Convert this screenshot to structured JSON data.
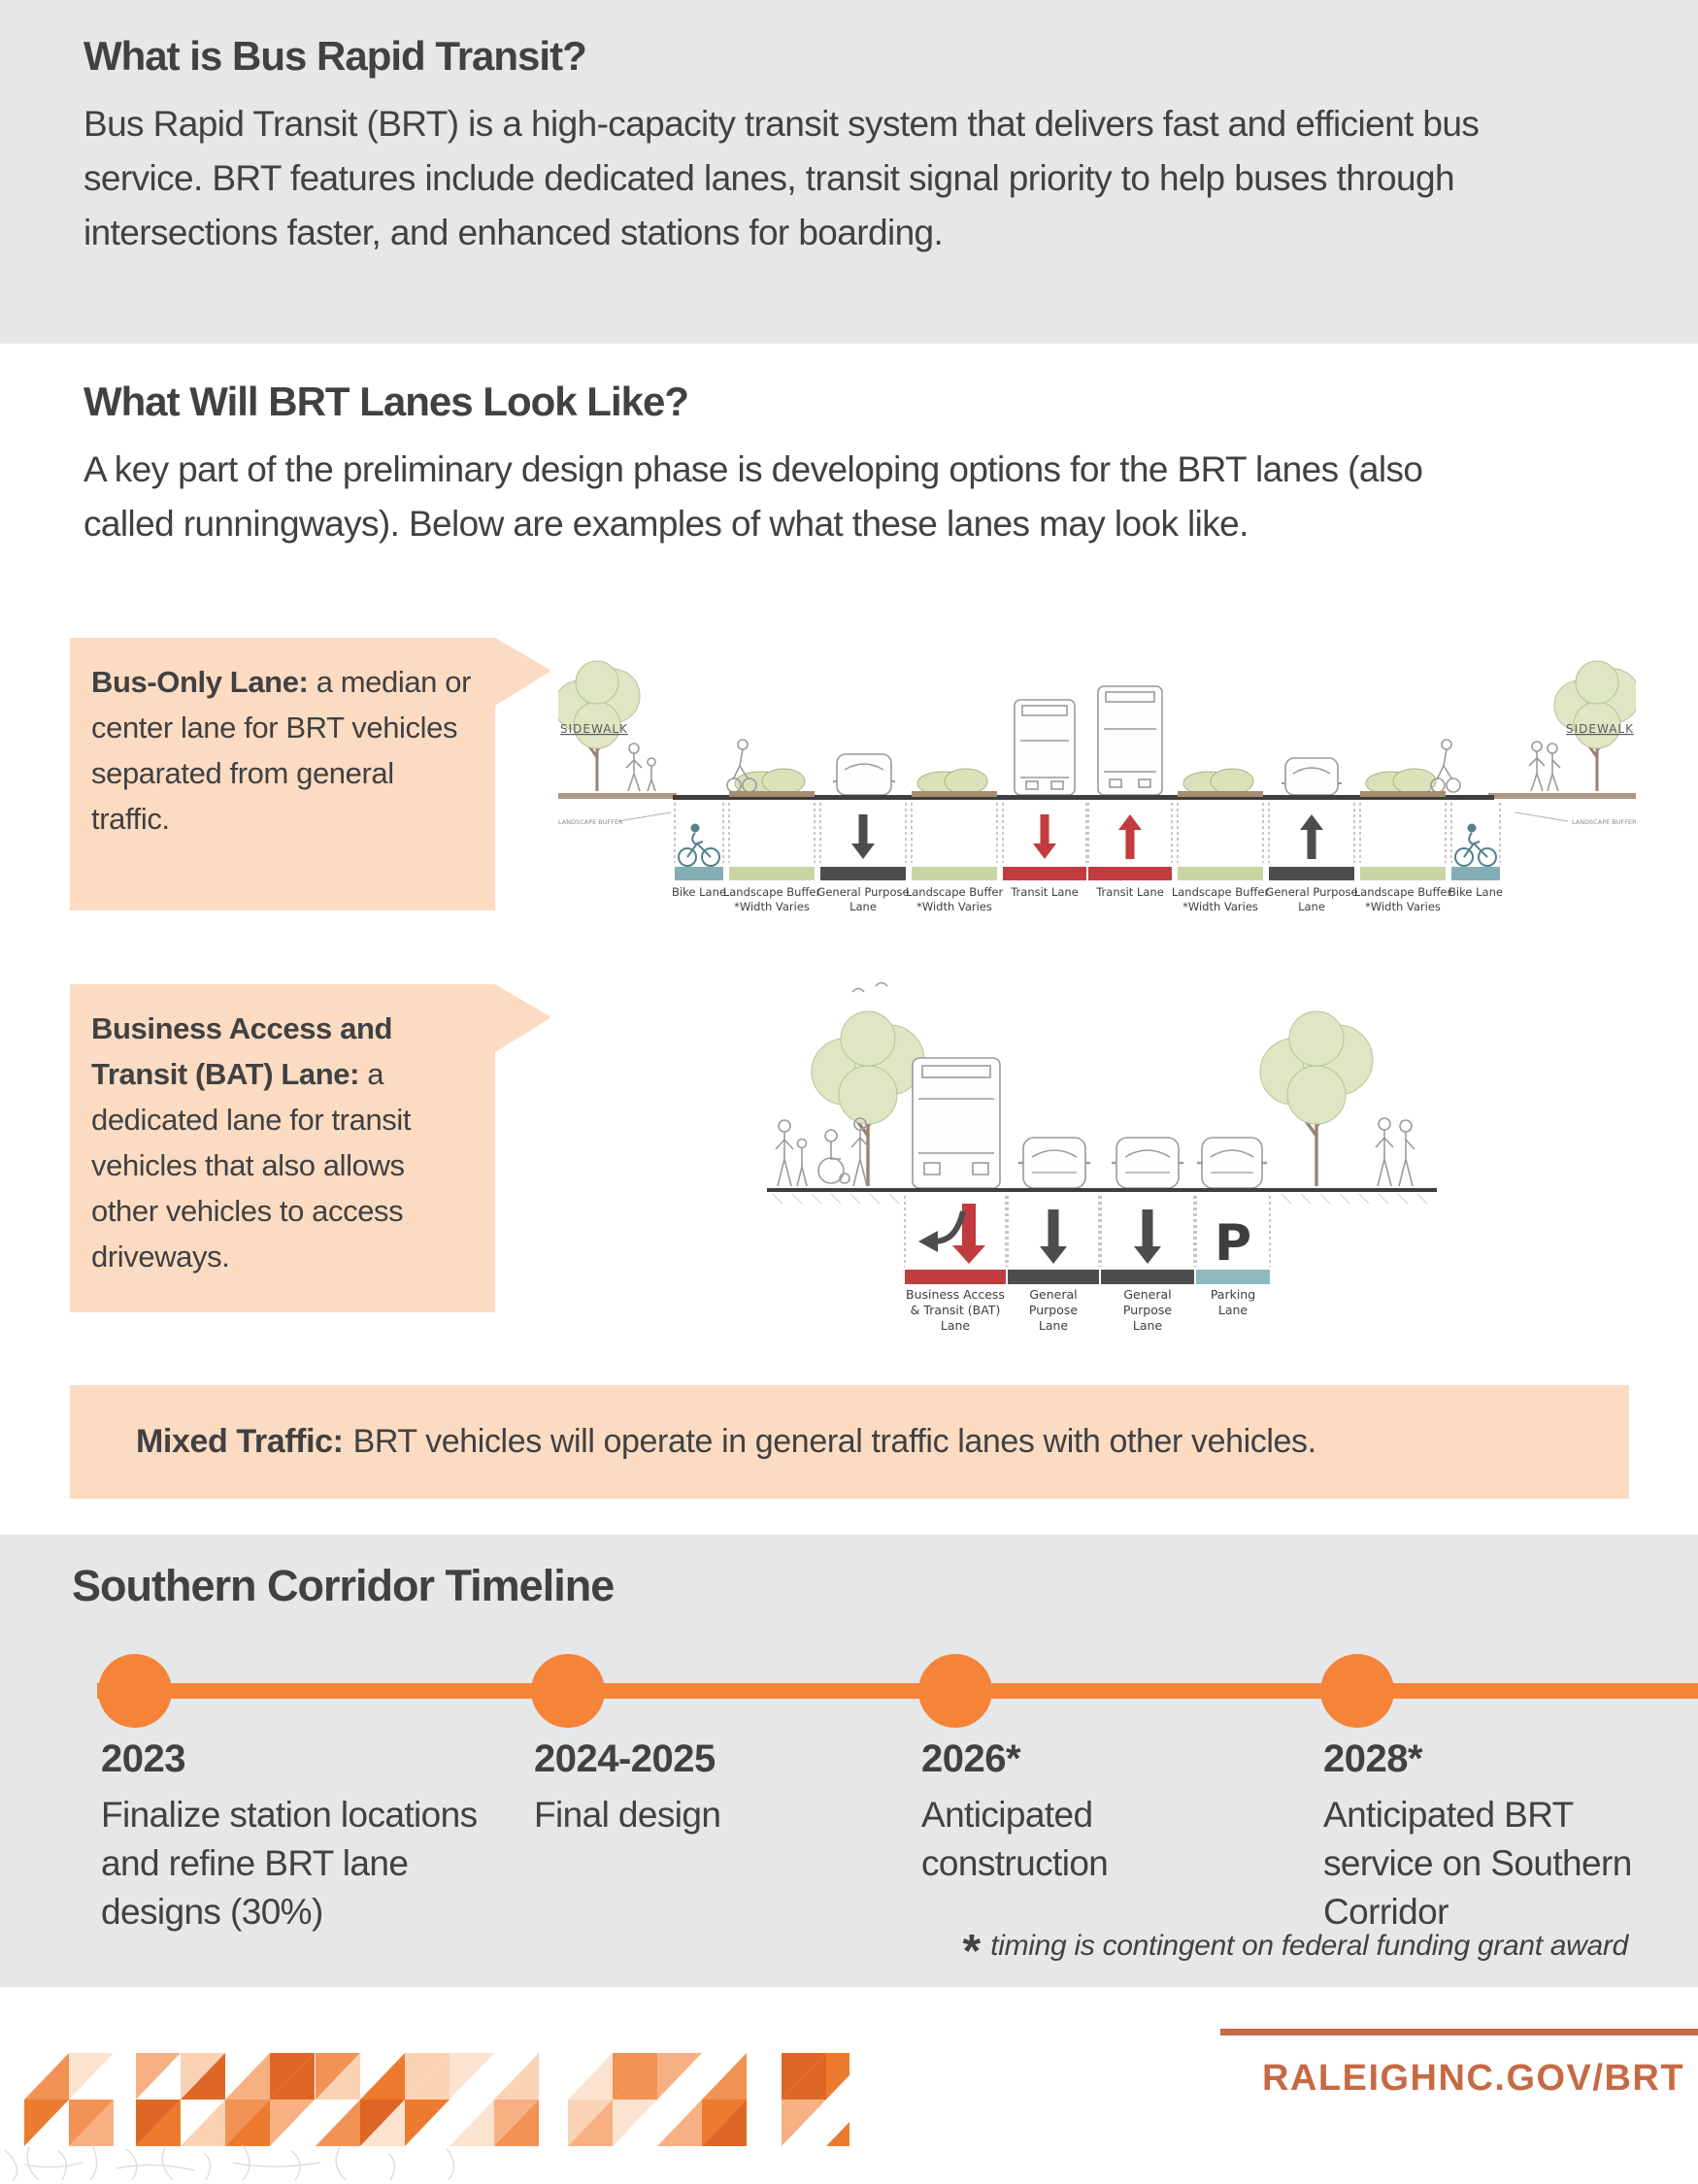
{
  "intro": {
    "heading": "What is Bus Rapid Transit?",
    "body": "Bus Rapid Transit (BRT) is a high-capacity transit system that delivers fast and efficient bus service. BRT features include dedicated lanes, transit signal priority to help buses through intersections faster, and enhanced stations for boarding."
  },
  "lanes_section": {
    "heading": "What Will BRT Lanes Look Like?",
    "body": "A key part of the preliminary design phase is developing options for the BRT lanes (also called runningways). Below are examples of what these lanes may look like."
  },
  "callouts": {
    "bus_only": {
      "lead": "Bus-Only Lane:",
      "rest": " a median or center lane for BRT vehicles separated from general traffic."
    },
    "bat": {
      "lead": "Business Access and Transit (BAT) Lane:",
      "rest": " a dedicated lane for transit vehicles that also allows other vehicles to access driveways."
    },
    "mixed": {
      "lead": "Mixed Traffic:",
      "rest": "BRT vehicles will operate in general traffic lanes with other vehicles."
    }
  },
  "diagram1": {
    "sidewalk_label": "SIDEWALK",
    "buffer_note": "LANDSCAPE BUFFER",
    "lanes": [
      {
        "lines": [
          "Bike Lane"
        ],
        "color": "bike",
        "icon": "bike"
      },
      {
        "lines": [
          "Landscape Buffer",
          "*Width Varies"
        ],
        "color": "buffer"
      },
      {
        "lines": [
          "General Purpose",
          "Lane"
        ],
        "color": "general",
        "arrow": "down"
      },
      {
        "lines": [
          "Landscape Buffer",
          "*Width Varies"
        ],
        "color": "buffer"
      },
      {
        "lines": [
          "Transit Lane"
        ],
        "color": "transit",
        "arrow": "down"
      },
      {
        "lines": [
          "Transit Lane"
        ],
        "color": "transit",
        "arrow": "up"
      },
      {
        "lines": [
          "Landscape Buffer",
          "*Width Varies"
        ],
        "color": "buffer"
      },
      {
        "lines": [
          "General Purpose",
          "Lane"
        ],
        "color": "general",
        "arrow": "up"
      },
      {
        "lines": [
          "Landscape Buffer",
          "*Width Varies"
        ],
        "color": "buffer"
      },
      {
        "lines": [
          "Bike Lane"
        ],
        "color": "bike",
        "icon": "bike"
      }
    ]
  },
  "diagram2": {
    "lanes": [
      {
        "lines": [
          "Business Access",
          "& Transit (BAT)",
          "Lane"
        ],
        "color": "transit",
        "arrow": "bat"
      },
      {
        "lines": [
          "General",
          "Purpose",
          "Lane"
        ],
        "color": "general",
        "arrow": "down"
      },
      {
        "lines": [
          "General",
          "Purpose",
          "Lane"
        ],
        "color": "general",
        "arrow": "down"
      },
      {
        "lines": [
          "Parking",
          "Lane"
        ],
        "color": "parking",
        "arrow": "P"
      }
    ],
    "parking_symbol": "P"
  },
  "timeline": {
    "heading": "Southern Corridor Timeline",
    "events": [
      {
        "year": "2023",
        "desc": "Finalize station locations and refine BRT lane designs (30%)"
      },
      {
        "year": "2024-2025",
        "desc": "Final design"
      },
      {
        "year": "2026*",
        "desc": "Anticipated construction"
      },
      {
        "year": "2028*",
        "desc": "Anticipated BRT service on Southern Corridor"
      }
    ],
    "note_mark": "*",
    "note": "timing is contingent on federal funding grant award"
  },
  "footer": {
    "url": "RALEIGHNC.GOV/BRT"
  },
  "colors": {
    "section_gray": "#E6E7E8",
    "peach": "#FBDCC2",
    "text_dark": "#414042",
    "accent_orange": "#F58439",
    "transit_red": "#C23B3E",
    "general_dark": "#4D4D4D",
    "buffer_green": "#C9D6A4",
    "bike_teal": "#83AEB6",
    "parking_teal": "#8FB9BE",
    "parking_p": "#B5CFD8",
    "url_rust": "#C66A44"
  }
}
